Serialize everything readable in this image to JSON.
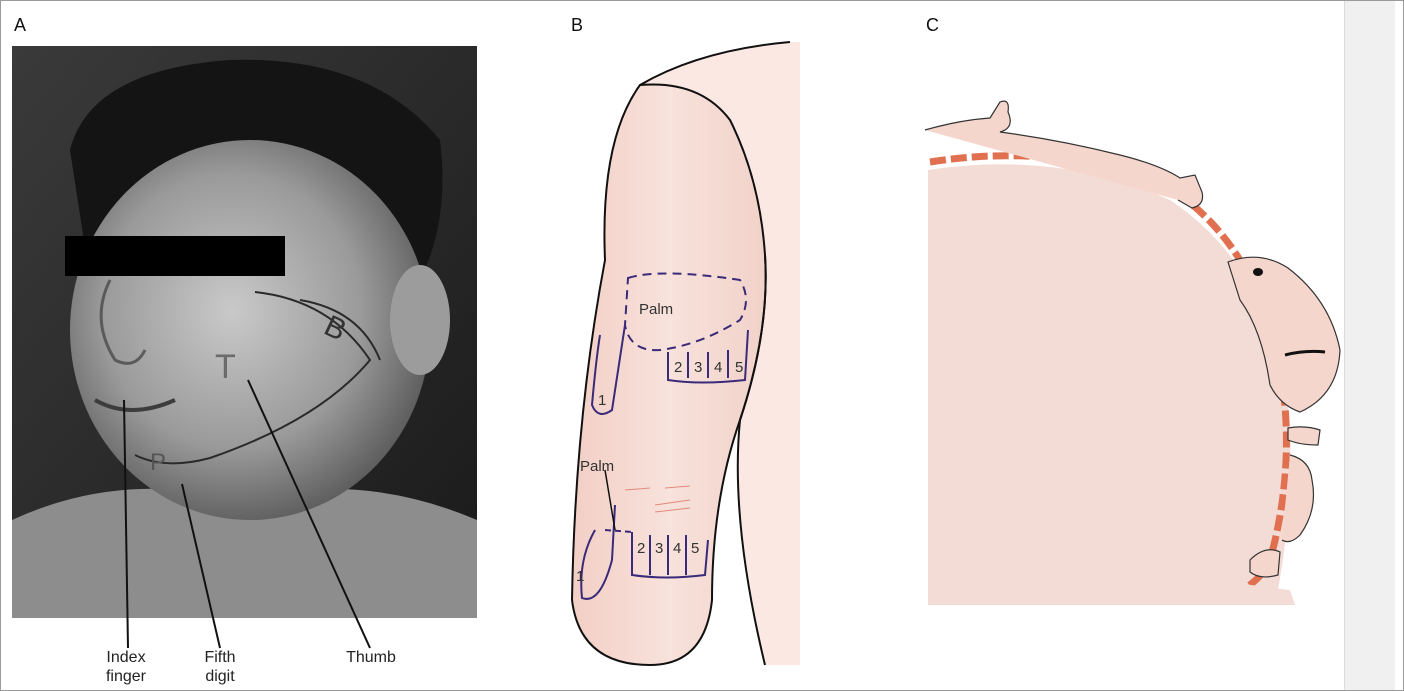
{
  "panels": {
    "a": {
      "letter": "A"
    },
    "b": {
      "letter": "B"
    },
    "c": {
      "letter": "C"
    }
  },
  "photo_annotations": {
    "index_finger": "Index\nfinger",
    "fifth_digit": "Fifth\ndigit",
    "thumb": "Thumb",
    "face_marks": [
      "T",
      "B",
      "P"
    ]
  },
  "arm_diagram": {
    "upper_palm": "Palm",
    "lower_palm": "Palm",
    "upper_digits": [
      "1",
      "2",
      "3",
      "4",
      "5"
    ],
    "lower_digits": [
      "1",
      "2",
      "3",
      "4",
      "5"
    ]
  },
  "colors": {
    "skin": "#f6ddd6",
    "outline": "#111111",
    "map_line": "#3a2a7a",
    "homunculus_bar": "#e07050",
    "gutter": "#f0f0f0"
  }
}
